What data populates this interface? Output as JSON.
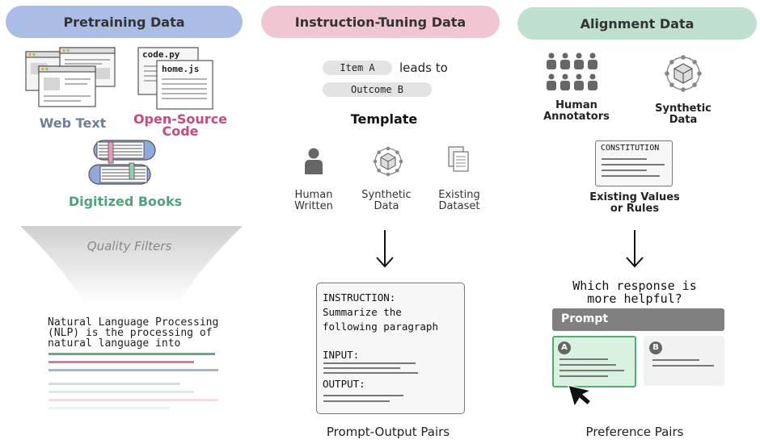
{
  "columns": {
    "pretraining": {
      "title": "Pretraining Data",
      "sources": {
        "web_text": "Web Text",
        "code_file_1": "code.py",
        "code_file_2": "home.js",
        "code_label_1": "Open-Source",
        "code_label_2": "Code",
        "books": "Digitized Books"
      },
      "filter": "Quality Filters",
      "sample_text": [
        "Natural Language Processing",
        "(NLP) is the processing of",
        "natural language into"
      ]
    },
    "instruction": {
      "title": "Instruction-Tuning Data",
      "template_tokens": {
        "item": "Item A",
        "connector": "leads to",
        "outcome": "Outcome B"
      },
      "template_label": "Template",
      "sources": [
        {
          "line1": "Human",
          "line2": "Written"
        },
        {
          "line1": "Synthetic",
          "line2": "Data"
        },
        {
          "line1": "Existing",
          "line2": "Dataset"
        }
      ],
      "card": {
        "instruction_label": "INSTRUCTION:",
        "instruction_lines": [
          "Summarize the",
          "following paragraph"
        ],
        "input_label": "INPUT:",
        "output_label": "OUTPUT:"
      },
      "footer": "Prompt-Output Pairs"
    },
    "alignment": {
      "title": "Alignment Data",
      "sources": {
        "human_1": "Human",
        "human_2": "Annotators",
        "synthetic_1": "Synthetic",
        "synthetic_2": "Data"
      },
      "constitution": "CONSTITUTION",
      "values_1": "Existing Values",
      "values_2": "or Rules",
      "question_1": "Which response is",
      "question_2": "more helpful?",
      "prompt_label": "Prompt",
      "option_a": "A",
      "option_b": "B",
      "footer": "Preference Pairs"
    }
  },
  "colors": {
    "pretraining_pill": "#a9bde6",
    "instruction_pill": "#f1c6d3",
    "alignment_pill": "#bfe0cf",
    "web_text": "#6f7f99",
    "code": "#c94a7a",
    "books": "#4ea37a",
    "selected_green": "#4caf73"
  }
}
